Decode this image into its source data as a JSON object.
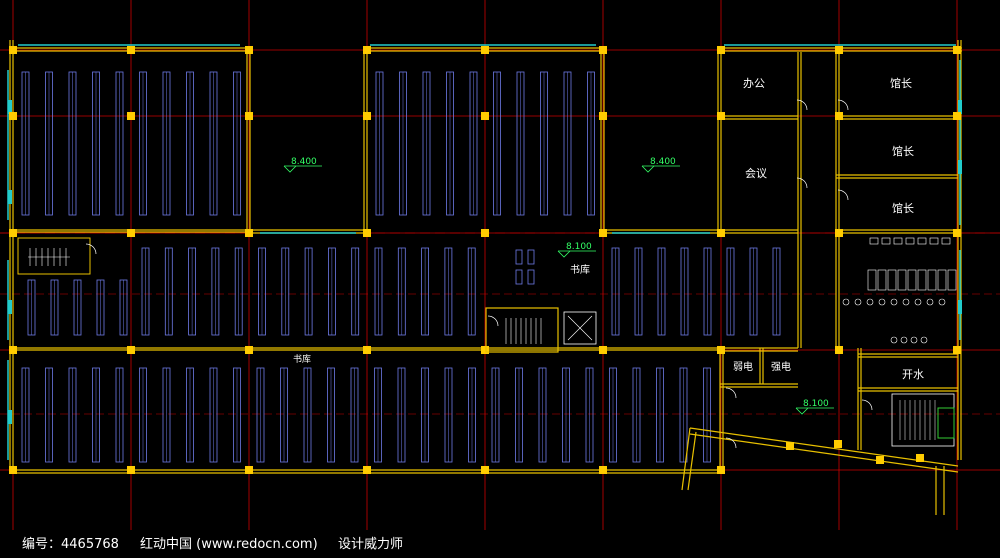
{
  "rooms": {
    "office": "办公",
    "meeting": "会议",
    "curator_1": "馆长",
    "curator_2": "馆长",
    "curator_3": "馆长",
    "stacks_upper": "书库",
    "stacks_lower": "书库",
    "weak_current": "弱电",
    "strong_current": "强电",
    "boiling_water": "开水"
  },
  "elevations": {
    "left": "8.400",
    "right": "8.400",
    "center": "8.100",
    "lower_right": "8.100"
  },
  "watermark": {
    "id_label": "编号：4465768",
    "site": "红动中国 (www.redocn.com)",
    "author": "设计威力师"
  },
  "colors": {
    "background": "#000000",
    "wall": "#e8c000",
    "column": "#ffcc00",
    "axis": "#cc0000",
    "shelf": "#6f7be8",
    "window": "#22cccc",
    "door": "#ffffff",
    "elevation": "#33ff66",
    "text": "#ffffff"
  }
}
